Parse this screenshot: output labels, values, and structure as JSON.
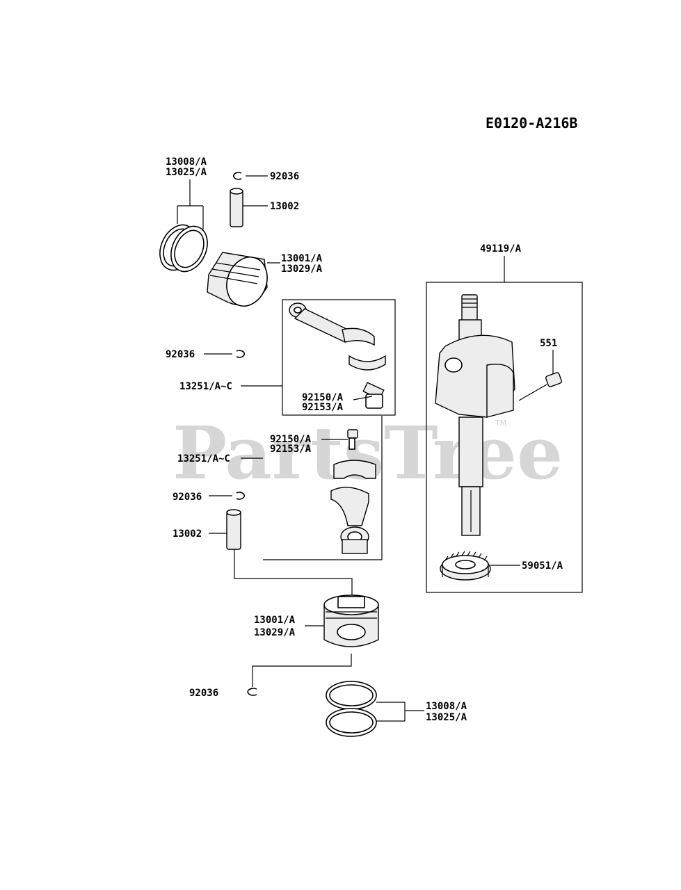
{
  "diagram_code": "E0120-A216B",
  "watermark": {
    "text": "PartsTree",
    "tm": "TM"
  },
  "callouts": {
    "rings_top": [
      "13008/A",
      "13025/A"
    ],
    "clip_top": "92036",
    "pin_top": "13002",
    "piston_top": [
      "13001/A",
      "13029/A"
    ],
    "clip_mid_upper": "92036",
    "rod_upper": "13251/A~C",
    "bolt_upper": [
      "92150/A",
      "92153/A"
    ],
    "bolt_lower": [
      "92150/A",
      "92153/A"
    ],
    "rod_lower": "13251/A~C",
    "clip_mid_lower": "92036",
    "pin_lower": "13002",
    "piston_bottom": [
      "13001/A",
      "13029/A"
    ],
    "clip_bottom": "92036",
    "rings_bottom": [
      "13008/A",
      "13025/A"
    ],
    "crankshaft": "49119/A",
    "key": "551",
    "gear": "59051/A"
  }
}
